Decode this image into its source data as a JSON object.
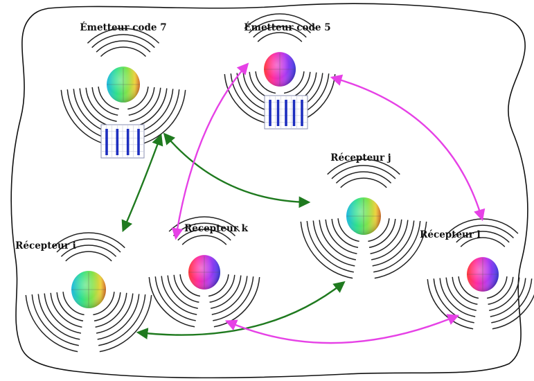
{
  "diagram": {
    "nodes": [
      {
        "id": "em7",
        "label": "Émetteur code 7",
        "role": "emitter",
        "sphere": "green-yellow",
        "has_code_chart": true,
        "code_bars": 4
      },
      {
        "id": "em5",
        "label": "Émetteur code 5",
        "role": "emitter",
        "sphere": "red-blue",
        "has_code_chart": true,
        "code_bars": 5
      },
      {
        "id": "rj",
        "label": "Récepteur j",
        "role": "receiver",
        "sphere": "green-yellow"
      },
      {
        "id": "rk",
        "label": "Récepteur k",
        "role": "receiver",
        "sphere": "red-blue"
      },
      {
        "id": "ri",
        "label": "Récepteur i",
        "role": "receiver",
        "sphere": "green-yellow"
      },
      {
        "id": "rl",
        "label": "Récepteur l",
        "role": "receiver",
        "sphere": "red-blue"
      }
    ],
    "links": [
      {
        "from": "em7",
        "to": "ri",
        "color": "#1f7a1f"
      },
      {
        "from": "em7",
        "to": "rj",
        "color": "#1f7a1f"
      },
      {
        "from": "ri",
        "to": "rj",
        "color": "#1f7a1f"
      },
      {
        "from": "em5",
        "to": "rk",
        "color": "#e641e6"
      },
      {
        "from": "em5",
        "to": "rl",
        "color": "#e641e6"
      },
      {
        "from": "rk",
        "to": "rl",
        "color": "#e641e6"
      }
    ],
    "colors": {
      "outline": "#111111",
      "waves": "#222222",
      "green_link": "#1f7a1f",
      "magenta_link": "#e641e6",
      "code_bar": "#1e2fbf",
      "code_grid": "#8a8fb0"
    }
  }
}
